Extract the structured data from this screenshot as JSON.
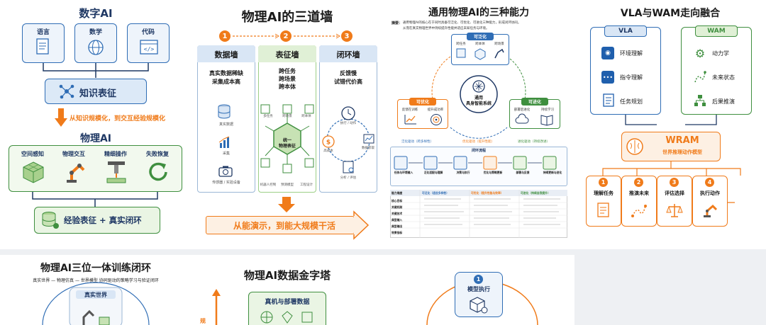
{
  "panel1": {
    "title": "数字AI",
    "modules": [
      "语言",
      "数学",
      "代码"
    ],
    "knowledge": "知识表征",
    "transition": "从知识规模化，到交互经验规模化",
    "physical_title": "物理AI",
    "abilities": [
      "空间感知",
      "物理交互",
      "精细操作",
      "失败恢复"
    ],
    "bottom": "经验表征 + 真实闭环"
  },
  "panel2": {
    "title": "物理AI的三道墙",
    "nums": [
      "1",
      "2",
      "3"
    ],
    "walls": [
      {
        "name": "数据墙",
        "desc1": "真实数据稀缺",
        "desc2": "采集成本高",
        "items": [
          "真实数据",
          "采集",
          "传感器 / 实验设备"
        ]
      },
      {
        "name": "表征墙",
        "desc1": "跨任务",
        "desc2": "跨场景",
        "desc3": "跨本体",
        "center1": "统一",
        "center2": "物理表征",
        "items": [
          "多任务",
          "跨场景",
          "跨本体",
          "机器人控制",
          "预测模型",
          "工程设计"
        ]
      },
      {
        "name": "闭环墙",
        "desc1": "反馈慢",
        "desc2": "试错代价高",
        "items": [
          "执行 / 动作",
          "数据获取",
          "高成本",
          "分析 / 评估"
        ]
      }
    ],
    "bottom": "从能演示，到能大规模干活"
  },
  "panel3": {
    "title": "通用物理AI的三种能力",
    "summary_label": "摘要：",
    "summary": "通用物理AI的核心在于同时具备可泛化、可优化、可进化三种能力，形成闭环协同。",
    "summary2": "从而在真实物理世界中持续提升性能并适应未知任务与环境。",
    "top": "可泛化",
    "top_items": [
      "跨任务",
      "跨本体",
      "跨场景"
    ],
    "left": "可优化",
    "left_items": [
      "反馈在训练",
      "提升成功率"
    ],
    "right": "可进化",
    "right_items": [
      "部署后进化",
      "持续学习"
    ],
    "center1": "通用",
    "center2": "具身智能系统",
    "legend": [
      "泛化驱动（跨多样性）",
      "优化驱动（提升性能）",
      "进化驱动（持续改进）"
    ],
    "flow_title": "闭环流程",
    "flow": [
      "任务与环境输入",
      "泛化适配与理解",
      "决策与执行",
      "优化与策略更新",
      "部署与反馈",
      "持续更新与进化"
    ],
    "table_headers": [
      "能力维度",
      "可泛化（适应多样性）",
      "可优化（提升性能与效率）",
      "可进化（持续自我提升）"
    ],
    "table_rows": [
      "核心目标",
      "关键机制",
      "关键技术",
      "典型输入",
      "典型输出",
      "效果指标"
    ]
  },
  "panel4": {
    "title": "VLA与WAM走向融合",
    "vla": "VLA",
    "vla_items": [
      "环境理解",
      "指令理解",
      "任务规划"
    ],
    "wam": "WAM",
    "wam_items": [
      "动力学",
      "未来状态",
      "后果推演"
    ],
    "wram": "WRAM",
    "wram_sub": "世界推理动作模型",
    "steps": [
      {
        "n": "1",
        "label": "理解任务"
      },
      {
        "n": "2",
        "label": "推演未来"
      },
      {
        "n": "3",
        "label": "评估选择"
      },
      {
        "n": "4",
        "label": "执行动作"
      }
    ]
  },
  "panel5": {
    "title": "物理AI三位一体训练闭环",
    "subtitle": "真实世界 — 物理仿真 — 世界模型  协同驱动的策略学习与验证闭环",
    "real": "真实世界"
  },
  "panel6": {
    "title": "物理AI数据金字塔",
    "top": "真机与部署数据",
    "axis": "规"
  },
  "panel7": {
    "num": "1",
    "label": "模型执行"
  },
  "colors": {
    "navy": "#1f3864",
    "blue": "#2f6db5",
    "green": "#3f8f3f",
    "orange": "#f07b1a",
    "lightblue": "#e6f0fa",
    "lightgreen": "#eaf5e4",
    "lightorange": "#fdf0e3"
  }
}
